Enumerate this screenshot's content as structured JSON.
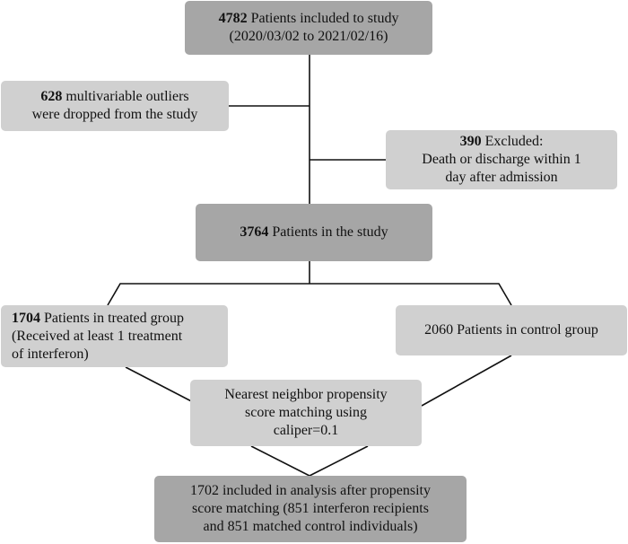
{
  "nodes": {
    "included": {
      "count": "4782",
      "line1_rest": " Patients included to study",
      "line2": "(2020/03/02 to 2021/02/16)"
    },
    "outliers": {
      "count": "628",
      "line1_rest": " multivariable outliers",
      "line2": "were dropped from the study"
    },
    "excluded": {
      "count": "390",
      "line1_rest": " Excluded:",
      "line2": "Death or discharge within 1",
      "line3": "day after admission"
    },
    "in_study": {
      "count": "3764",
      "line1_rest": " Patients in the study"
    },
    "treated": {
      "count": "1704",
      "line1_rest": " Patients in treated group",
      "line2": "(Received at least 1 treatment",
      "line3": "of interferon)"
    },
    "control": {
      "line1": "2060 Patients in control group"
    },
    "matching": {
      "line1": "Nearest neighbor propensity",
      "line2": "score matching using",
      "line3": "caliper=0.1"
    },
    "analysis": {
      "line1": "1702 included in analysis after propensity",
      "line2": "score matching (851 interferon recipients",
      "line3": "and 851 matched control individuals)"
    }
  },
  "colors": {
    "dark_box": "#a6a6a6",
    "light_box": "#d0d0d0",
    "connector": "#111111"
  }
}
